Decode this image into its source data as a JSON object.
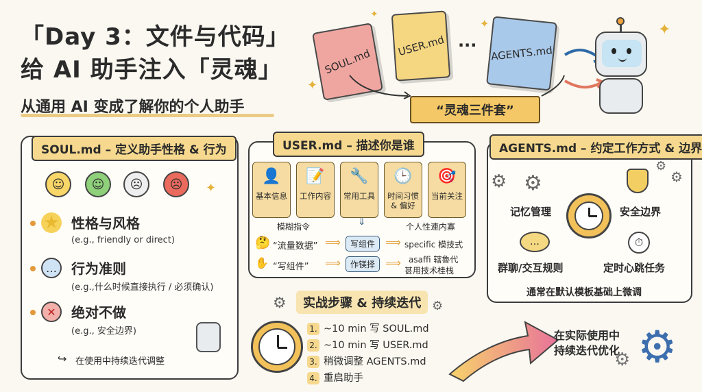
{
  "header": {
    "title_line1": "「Day 3：文件与代码」",
    "title_line2": "给 AI 助手注入「灵魂」",
    "subtitle": "从通用 AI 变成了解你的个人助手"
  },
  "books": {
    "soul": "SOUL.md",
    "user": "USER.md",
    "dots": "···",
    "agents": "AGENTS.md",
    "banner": "“灵魂三件套”"
  },
  "soul_panel": {
    "title": "SOUL.md – 定义助手性格 & 行为",
    "items": [
      {
        "label": "性格与风格",
        "sub": "(e.g., friendly or direct)"
      },
      {
        "label": "行为准则",
        "sub": "(e.g.,什么时候直接执行 / 必须确认)"
      },
      {
        "label": "绝对不做",
        "sub": "(e.g., 安全边界)"
      }
    ],
    "footer": "在使用中持续迭代调整"
  },
  "user_panel": {
    "title": "USER.md – 描述你是谁",
    "cards": [
      {
        "icon": "👤",
        "label": "基本信息"
      },
      {
        "icon": "📝",
        "label": "工作内容"
      },
      {
        "icon": "🔧",
        "label": "常用工具"
      },
      {
        "icon": "🕒",
        "label": "时间习惯\n& 偏好"
      },
      {
        "icon": "🎯",
        "label": "当前关注"
      }
    ],
    "vague": "模糊指令",
    "personal": "个人性連内寡",
    "q1": "“流量数据”",
    "chip1": "写组件",
    "r1": "specific 模技式",
    "q2": "“写组件”",
    "chip2": "作镁择",
    "r2a": "asaffi 辖魯代",
    "r2b": "甚用技术桂栈"
  },
  "agents_panel": {
    "title": "AGENTS.md – 约定工作方式 & 边界",
    "memory": "记忆管理",
    "security": "安全边界",
    "group": "群聊/交互规则",
    "heartbeat": "定时心跳任务",
    "footer": "通常在默认模板基础上微调"
  },
  "steps": {
    "title": "实战步骤 & 持续迭代",
    "items": [
      {
        "num": "1.",
        "text": "~10 min 写 SOUL.md"
      },
      {
        "num": "2.",
        "text": "~10 min 写 USER.md"
      },
      {
        "num": "3.",
        "text": "稍微调整 AGENTS.md"
      },
      {
        "num": "4.",
        "text": "重启助手"
      }
    ],
    "optimize_line1": "在实际使用中",
    "optimize_line2": "持续迭代优化"
  }
}
